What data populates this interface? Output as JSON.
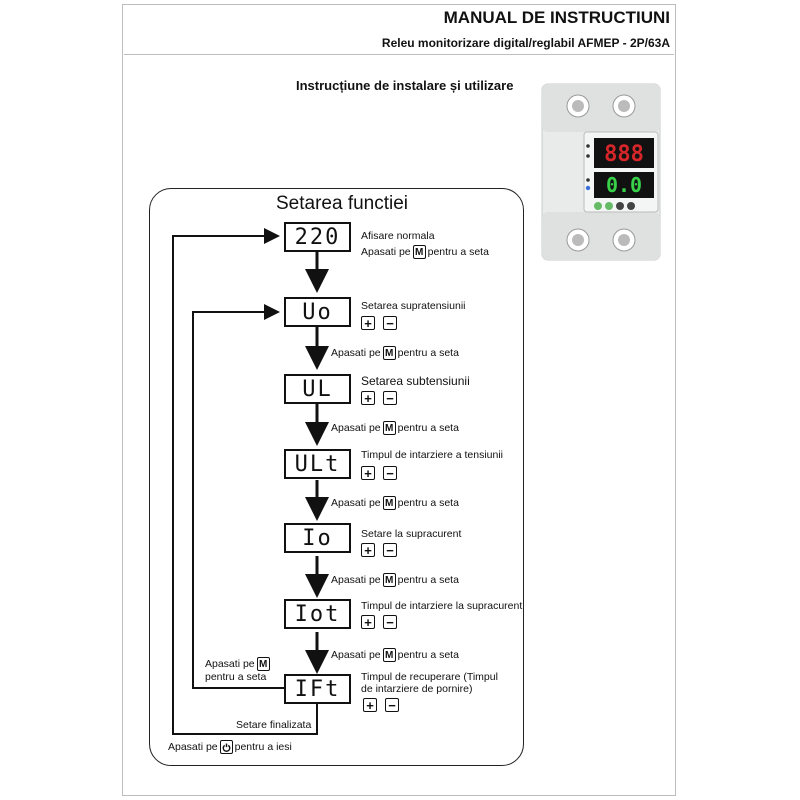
{
  "header": {
    "title": "MANUAL DE INSTRUCTIUNI",
    "subtitle": "Releu monitorizare digital/reglabil AFMEP - 2P/63A"
  },
  "install_title": "Instrucțiune de instalare și utilizare",
  "flow": {
    "title": "Setarea functiei",
    "press_prefix": "Apasati pe",
    "press_suffix": "pentru a seta",
    "m_key": "M",
    "plus_key": "+",
    "minus_key": "−",
    "steps": [
      {
        "display": "220",
        "desc": "Afisare normala",
        "desc2": "Apasati pe",
        "desc3": "pentru a seta"
      },
      {
        "display": "Uo",
        "desc": "Setarea supratensiunii"
      },
      {
        "display": "UL",
        "desc": "Setarea subtensiunii"
      },
      {
        "display": "ULt",
        "desc": "Timpul de intarziere a tensiunii"
      },
      {
        "display": "Io",
        "desc": "Setare la supracurent"
      },
      {
        "display": "Iot",
        "desc": "Timpul de intarziere la supracurent"
      },
      {
        "display": "IFt",
        "desc": "Timpul de recuperare (Timpul",
        "desc2": "de intarziere de pornire)"
      }
    ],
    "loop_back_line1": "Apasati pe",
    "loop_back_line2": "pentru a seta",
    "finished": "Setare finalizata",
    "exit_prefix": "Apasati pe",
    "exit_suffix": "pentru a iesi",
    "power_icon": "power-button-icon"
  },
  "device": {
    "top_display": "888",
    "bottom_display": "0.0",
    "colors": {
      "top_led": "#d6262a",
      "bottom_led": "#39d04a",
      "body": "#e9ebea"
    }
  }
}
